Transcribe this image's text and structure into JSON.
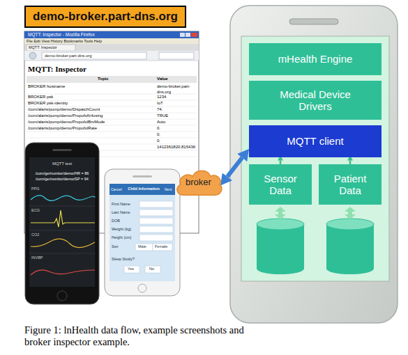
{
  "diagram": {
    "caption": "Figure 1: lnHealth data flow, example screenshots and broker inspector example.",
    "nodes": [
      {
        "text": [
          "demo-broker.part-dns.org"
        ]
      },
      {
        "text": [
          "broker"
        ]
      },
      {
        "text": [
          "mHealth Engine"
        ]
      },
      {
        "text": [
          "Medical Device Drivers"
        ]
      },
      {
        "text": [
          "MQTT client"
        ]
      },
      {
        "text": [
          "Sensor Data"
        ]
      },
      {
        "text": [
          "Patient Data"
        ]
      }
    ],
    "edges": [
      {
        "from": 1,
        "to": 4,
        "arrow": "both"
      },
      {
        "from": 5,
        "to": 4,
        "arrow": "to"
      },
      {
        "from": 6,
        "to": 4,
        "arrow": "to"
      }
    ],
    "labels": [
      "MQTT: Inspector - Mozilla Firefox",
      "File Edit View History Bookmarks Tools Help",
      "MQTT: Inspector",
      "demo-broker.part-dns.org",
      "MQTT: Inspector",
      "Topic",
      "Value",
      "BROKER hostname",
      "demo-broker.part-dns.org",
      "BROKER psk",
      "1234",
      "BROKER psk-identity",
      "IoT",
      "/com/alaris/pump/demo/DispatchCount",
      "74.",
      "/com/alaris/pump/demo/PropofolInfusing",
      "TRUE",
      "/com/alaris/pump/demo/PropofolBrvMode",
      "Auto",
      "/com/alaris/pump/demo/PropofolRate",
      "0.",
      "0.",
      "0.",
      "1412361820.815436",
      "MQTT test",
      "/com/ge/monitor/demo/HR = 86",
      "/com/ge/monitor/demo/SP = 94",
      "PPG",
      "ECG",
      "CO2",
      "INVBP",
      "Cancel",
      "Child Information",
      "Next",
      "First Name",
      "Last Name",
      "DOB",
      "Weight (kg)",
      "Height (cm)",
      "Sex",
      "Male",
      "Female",
      "Sleep Study?",
      "Yes",
      "No"
    ]
  }
}
